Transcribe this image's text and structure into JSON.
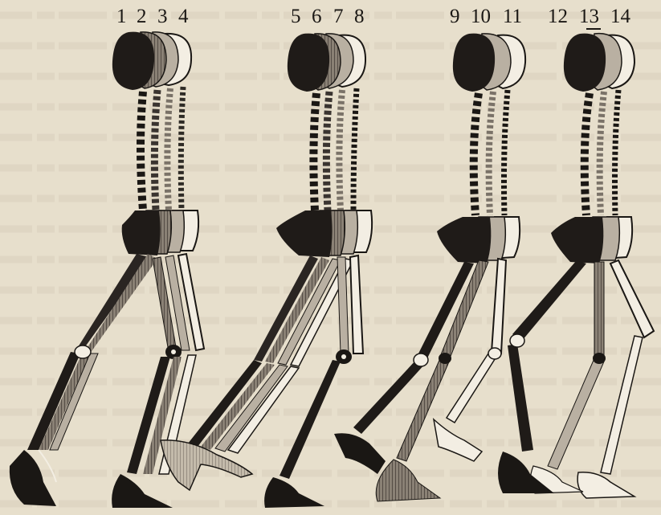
{
  "plate": {
    "phase_numbers": [
      "1",
      "2",
      "3",
      "4",
      "5",
      "6",
      "7",
      "8",
      "9",
      "10",
      "11",
      "12",
      "13",
      "14"
    ],
    "groups": [
      {
        "phases": [
          1,
          2,
          3,
          4
        ],
        "number_labels": [
          "1",
          "2",
          "3",
          "4"
        ]
      },
      {
        "phases": [
          5,
          6,
          7,
          8
        ],
        "number_labels": [
          "5",
          "6",
          "7",
          "8"
        ]
      },
      {
        "phases": [
          9,
          10,
          11
        ],
        "number_labels": [
          "9",
          "10",
          "11"
        ]
      },
      {
        "phases": [
          12,
          13,
          14
        ],
        "number_labels": [
          "12",
          "13",
          "14"
        ]
      }
    ],
    "colors": {
      "paper": "#e7dfcc",
      "ink": "#1a1714",
      "shade_dark": "#2a2522",
      "shade_mid": "#7a7268",
      "shade_light": "#b9b0a2",
      "shade_outline": "#f3eee3"
    }
  }
}
